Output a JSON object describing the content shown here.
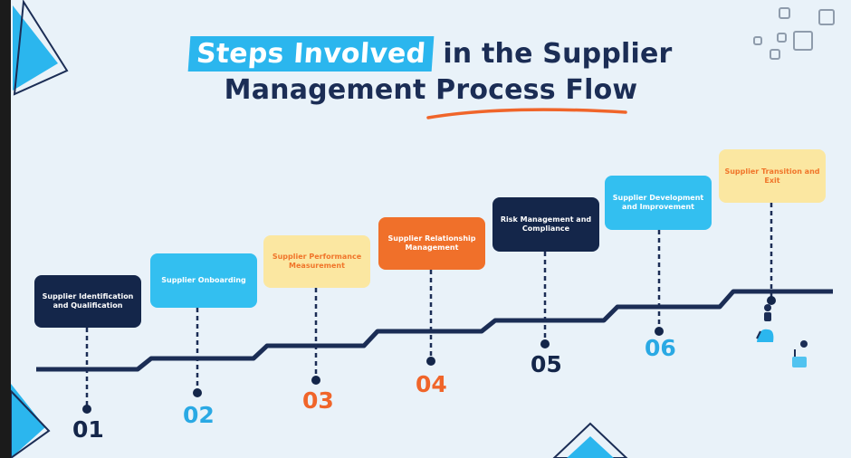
{
  "title": {
    "highlight": "Steps Involved",
    "line1_rest": "in the Supplier",
    "line2_a": "Management ",
    "line2_b": "Process Flow"
  },
  "steps": [
    {
      "number": "01",
      "label": "Supplier Identification and Qualification",
      "box_color": "#14264a",
      "text_color": "#ffffff",
      "number_color": "#14264a"
    },
    {
      "number": "02",
      "label": "Supplier Onboarding",
      "box_color": "#33bff0",
      "text_color": "#ffffff",
      "number_color": "#2aa9e4"
    },
    {
      "number": "03",
      "label": "Supplier Performance Measurement",
      "box_color": "#fbe7a1",
      "text_color": "#f0752a",
      "number_color": "#f0652a"
    },
    {
      "number": "04",
      "label": "Supplier Relationship Management",
      "box_color": "#f0702a",
      "text_color": "#ffffff",
      "number_color": "#f0652a"
    },
    {
      "number": "05",
      "label": "Risk Management and Compliance",
      "box_color": "#14264a",
      "text_color": "#ffffff",
      "number_color": "#14264a"
    },
    {
      "number": "06",
      "label": "Supplier Development and Improvement",
      "box_color": "#33bff0",
      "text_color": "#ffffff",
      "number_color": "#2aa9e4"
    },
    {
      "number": "",
      "label": "Supplier Transition and Exit",
      "box_color": "#fbe7a1",
      "text_color": "#f0752a",
      "number_color": "#2aa9e4"
    }
  ],
  "colors": {
    "navy": "#1b2d55",
    "accent_blue": "#2bb6ee",
    "accent_orange": "#f0652a"
  },
  "icons": [
    "person-climbing-icon",
    "flag-icon"
  ]
}
